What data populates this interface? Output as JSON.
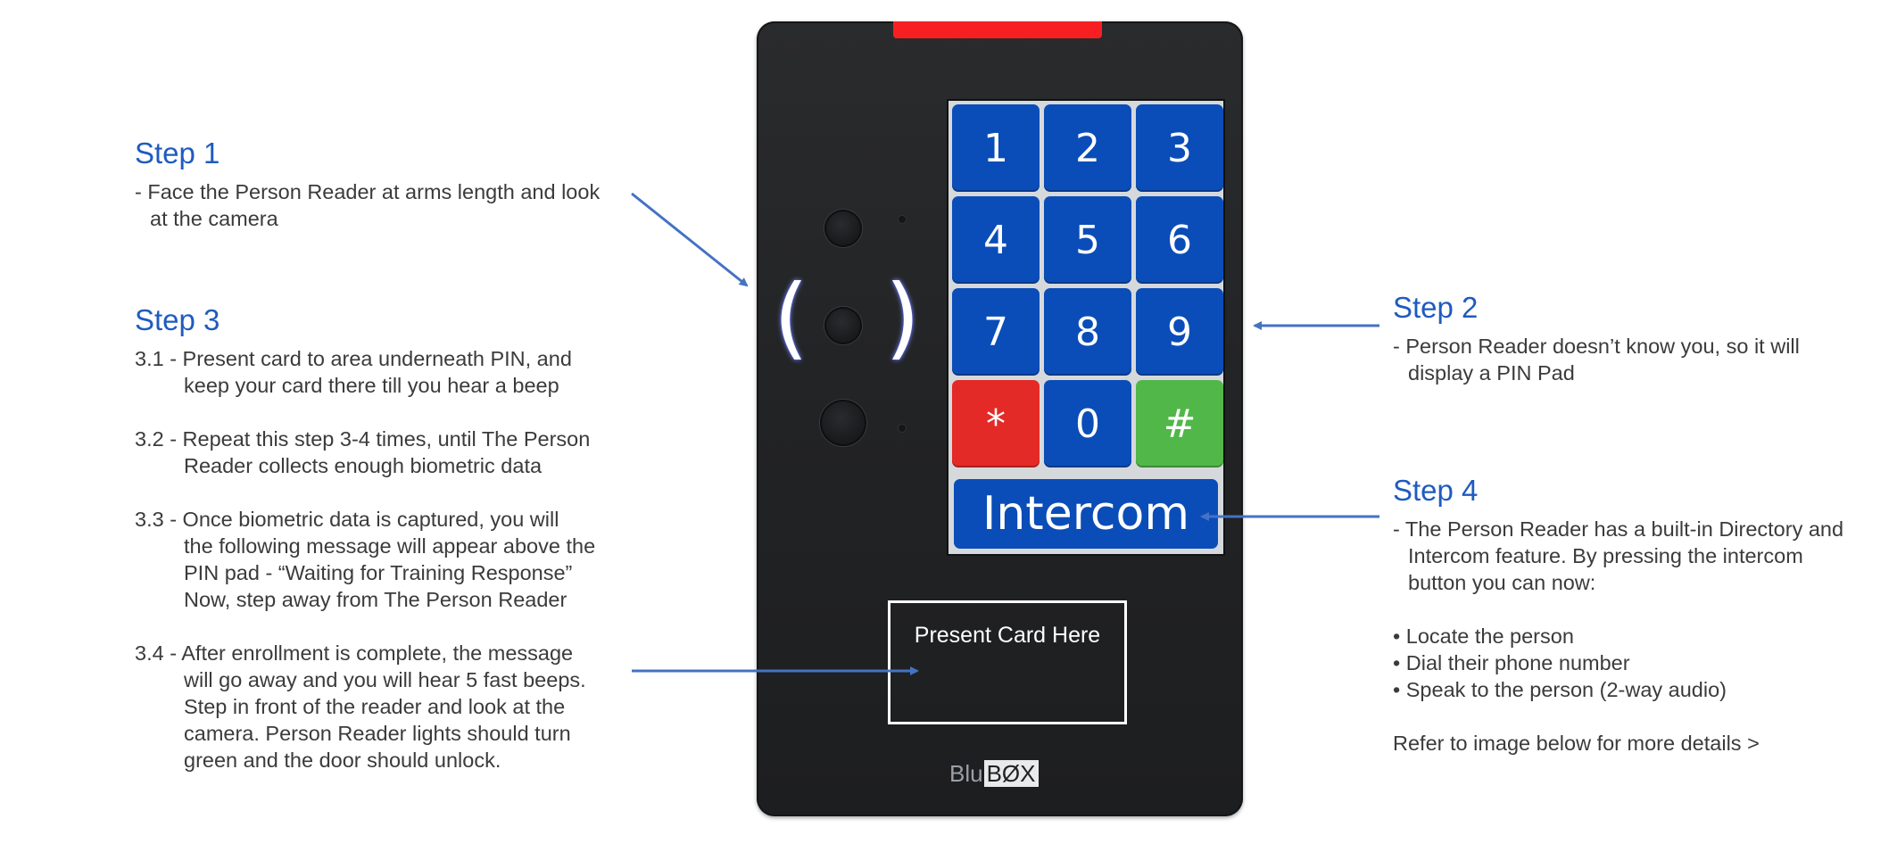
{
  "steps": {
    "step1": {
      "title": "Step 1",
      "lines": [
        "- Face the Person Reader at arms length and look",
        "at the camera"
      ]
    },
    "step2": {
      "title": "Step 2",
      "lines": [
        "- Person Reader doesn’t know you, so it will",
        "display a PIN Pad"
      ]
    },
    "step3": {
      "title": "Step 3",
      "items": [
        [
          "3.1 - Present card to area underneath PIN, and",
          "keep your card there till you hear a beep"
        ],
        [
          "3.2 - Repeat this step 3-4 times, until The Person",
          "Reader collects enough biometric data"
        ],
        [
          "3.3 - Once biometric data is captured, you will",
          "the following message will appear above the",
          "PIN pad - “Waiting for Training Response”",
          "Now, step away from The Person Reader"
        ],
        [
          "3.4 - After enrollment is complete, the message",
          "will go away and you will hear 5 fast beeps.",
          "Step in front of the reader and look at the",
          "camera. Person Reader lights should turn",
          "green and the door should unlock."
        ]
      ]
    },
    "step4": {
      "title": "Step 4",
      "lines": [
        "- The Person Reader has a built-in Directory and",
        "Intercom feature. By pressing the intercom",
        "button you can now:"
      ],
      "bullets": [
        "• Locate the person",
        "• Dial their phone number",
        "• Speak to the person (2-way audio)"
      ],
      "footer": "Refer to image below for more details >"
    }
  },
  "device": {
    "keys": [
      "1",
      "2",
      "3",
      "4",
      "5",
      "6",
      "7",
      "8",
      "9",
      "*",
      "0",
      "#"
    ],
    "intercom_label": "Intercom",
    "card_label": "Present Card Here",
    "logo_left": "Blu",
    "logo_right": "BØX"
  },
  "colors": {
    "accent": "#1f5bbf",
    "arrow": "#4472c4",
    "key_blue": "#0a4db8",
    "key_red": "#e32a26",
    "key_green": "#50b748",
    "led": "#f81f23"
  }
}
